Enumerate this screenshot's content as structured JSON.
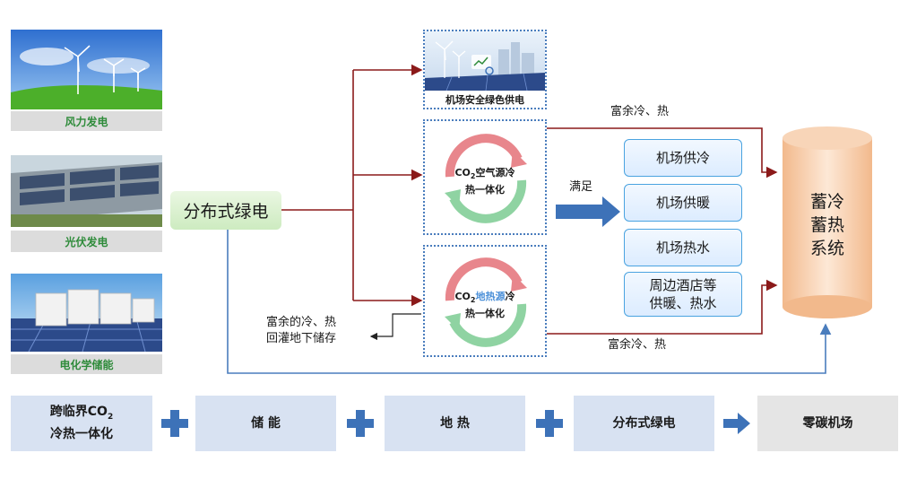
{
  "left": {
    "wind_caption": "风力发电",
    "pv_caption": "光伏发电",
    "storage_caption": "电化学储能"
  },
  "hub": {
    "label": "分布式绿电"
  },
  "center": {
    "airport_power_caption": "机场安全绿色供电",
    "air_source": {
      "line1_prefix": "CO",
      "line1_sub": "2",
      "line1_suffix": "空气源冷",
      "line2": "热一体化"
    },
    "ground_source": {
      "line1_prefix": "CO",
      "line1_sub": "2",
      "line1_highlight": "地热源",
      "line1_suffix": "冷",
      "line2": "热一体化"
    }
  },
  "annotations": {
    "surplus_top": "富余冷、热",
    "surplus_bottom": "富余冷、热",
    "satisfy": "满足",
    "reinject_line1": "富余的冷、热",
    "reinject_line2": "回灌地下储存"
  },
  "services": [
    {
      "line1": "机场供冷",
      "line2": ""
    },
    {
      "line1": "机场供暖",
      "line2": ""
    },
    {
      "line1": "机场热水",
      "line2": ""
    },
    {
      "line1": "周边酒店等",
      "line2": "供暖、热水"
    }
  ],
  "storage_system": {
    "line1": "蓄冷",
    "line2": "蓄热",
    "line3": "系统"
  },
  "bottom": {
    "item1_line1_prefix": "跨临界CO",
    "item1_line1_sub": "2",
    "item1_line2": "冷热一体化",
    "item2": "储 能",
    "item3": "地 热",
    "item4": "分布式绿电",
    "item5": "零碳机场"
  },
  "colors": {
    "red_arrow": "#8b1a1a",
    "blue_arrow": "#4a7dbd",
    "caption_green": "#2e8b3a",
    "bottom_box": "#d8e2f2",
    "final_box": "#e5e5e5",
    "plus_blue": "#3d72b8"
  }
}
